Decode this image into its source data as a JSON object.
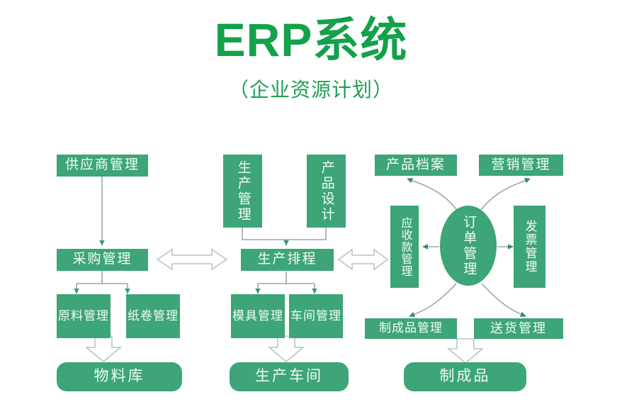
{
  "header": {
    "title": "ERP系统",
    "subtitle": "（企业资源计划）"
  },
  "colors": {
    "node_fill": "#3da578",
    "node_text": "#eaf7ef",
    "title_color": "#13a14a",
    "subtitle_color": "#1f9e56",
    "connector": "#8f9ea6",
    "background": "#ffffff"
  },
  "diagram": {
    "type": "flowchart",
    "columns": [
      {
        "name": "procurement-column",
        "nodes": [
          "供应商管理",
          "采购管理",
          "原料管理",
          "纸卷管理",
          "物料库"
        ]
      },
      {
        "name": "production-column",
        "nodes": [
          "生产管理",
          "产品设计",
          "生产排程",
          "模具管理",
          "车间管理",
          "生产车间"
        ]
      },
      {
        "name": "order-column",
        "nodes": [
          "产品档案",
          "营销管理",
          "应收款管理",
          "订单管理",
          "发票管理",
          "制成品管理",
          "送货管理",
          "制成品"
        ]
      }
    ],
    "nodes": {
      "supplier_mgmt": "供应商管理",
      "purchase_mgmt": "采购管理",
      "material_mgmt": "原料管理",
      "paper_roll_mgmt": "纸卷管理",
      "material_warehouse": "物料库",
      "production_mgmt": "生产管理",
      "product_design": "产品设计",
      "production_schedule": "生产排程",
      "mold_mgmt": "模具管理",
      "workshop_mgmt": "车间管理",
      "production_workshop": "生产车间",
      "product_archive": "产品档案",
      "marketing_mgmt": "营销管理",
      "receivable_mgmt": "应收款管理",
      "order_mgmt": "订单管理",
      "invoice_mgmt": "发票管理",
      "finished_goods_mgmt": "制成品管理",
      "delivery_mgmt": "送货管理",
      "finished_goods": "制成品"
    },
    "connections": [
      {
        "from": "供应商管理",
        "to": "采购管理",
        "style": "solid-arrow"
      },
      {
        "from": "采购管理",
        "to": "原料管理",
        "style": "solid-arrow"
      },
      {
        "from": "采购管理",
        "to": "纸卷管理",
        "style": "solid-arrow"
      },
      {
        "from": "原料管理/纸卷管理",
        "to": "物料库",
        "style": "hollow-block-arrow"
      },
      {
        "from": "生产管理",
        "to": "生产排程",
        "style": "solid-arrow"
      },
      {
        "from": "产品设计",
        "to": "生产排程",
        "style": "solid-arrow"
      },
      {
        "from": "生产排程",
        "to": "模具管理",
        "style": "solid-arrow"
      },
      {
        "from": "生产排程",
        "to": "车间管理",
        "style": "solid-arrow"
      },
      {
        "from": "模具管理/车间管理",
        "to": "生产车间",
        "style": "hollow-block-arrow"
      },
      {
        "from": "采购管理",
        "to": "生产排程",
        "style": "hollow-double-arrow"
      },
      {
        "from": "生产排程",
        "to": "应收款管理",
        "style": "hollow-double-arrow"
      },
      {
        "from": "订单管理",
        "to": "产品档案",
        "style": "curved-arrow"
      },
      {
        "from": "订单管理",
        "to": "营销管理",
        "style": "curved-arrow"
      },
      {
        "from": "订单管理",
        "to": "应收款管理",
        "style": "solid-arrow"
      },
      {
        "from": "订单管理",
        "to": "发票管理",
        "style": "solid-arrow"
      },
      {
        "from": "订单管理",
        "to": "制成品管理",
        "style": "curved-arrow"
      },
      {
        "from": "订单管理",
        "to": "送货管理",
        "style": "curved-arrow"
      },
      {
        "from": "制成品管理/送货管理",
        "to": "制成品",
        "style": "hollow-block-arrow"
      }
    ]
  }
}
